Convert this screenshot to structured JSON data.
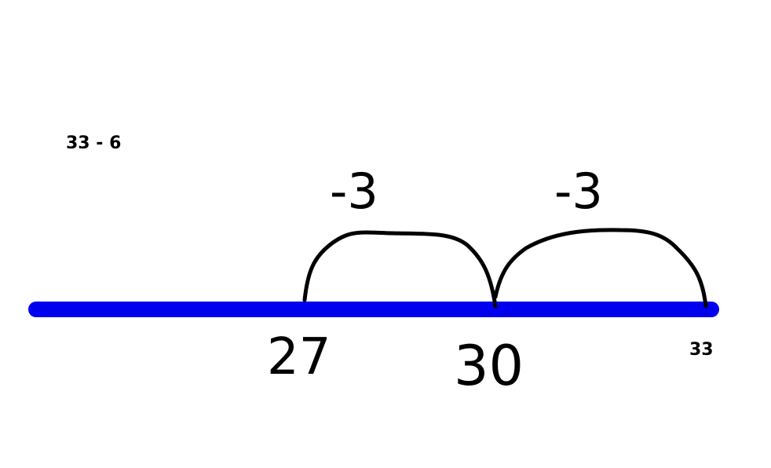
{
  "expression": "33 - 6",
  "number_line": {
    "color": "#0000ee",
    "ticks": [
      {
        "value": "27",
        "style": "handwritten"
      },
      {
        "value": "30",
        "style": "handwritten"
      },
      {
        "value": "33",
        "style": "typed"
      }
    ]
  },
  "jumps": [
    {
      "label": "-3",
      "from": "33",
      "to": "30"
    },
    {
      "label": "-3",
      "from": "30",
      "to": "27"
    }
  ]
}
